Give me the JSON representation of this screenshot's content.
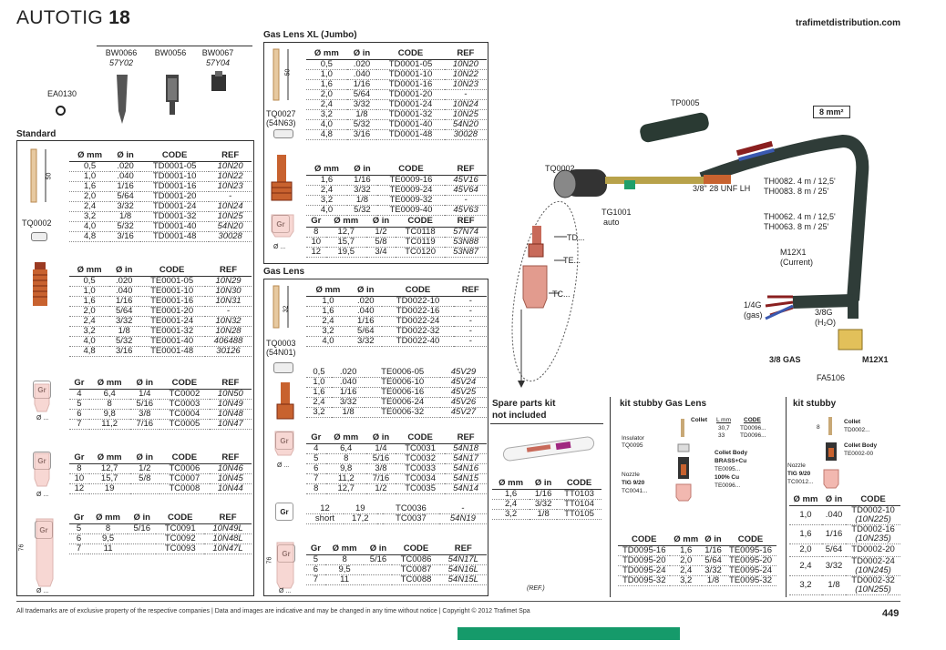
{
  "header": {
    "title_prefix": "AUTOTIG",
    "title_number": "18",
    "site": "trafimetdistribution.com"
  },
  "caps": {
    "codes": [
      "BW0066",
      "BW0056",
      "BW0067"
    ],
    "refs": [
      "57Y02",
      "",
      "57Y04"
    ],
    "oring": "EA0130"
  },
  "standard": {
    "title": "Standard",
    "tq": "TQ0002",
    "len": "50",
    "head": [
      "Ø mm",
      "Ø in",
      "CODE",
      "REF"
    ],
    "t1": [
      [
        "0,5",
        ".020",
        "TD0001-05",
        "10N20"
      ],
      [
        "1,0",
        ".040",
        "TD0001-10",
        "10N22"
      ],
      [
        "1,6",
        "1/16",
        "TD0001-16",
        "10N23"
      ],
      [
        "2,0",
        "5/64",
        "TD0001-20",
        "-"
      ],
      [
        "2,4",
        "3/32",
        "TD0001-24",
        "10N24"
      ],
      [
        "3,2",
        "1/8",
        "TD0001-32",
        "10N25"
      ],
      [
        "4,0",
        "5/32",
        "TD0001-40",
        "54N20"
      ],
      [
        "4,8",
        "3/16",
        "TD0001-48",
        "30028"
      ]
    ],
    "t2": [
      [
        "0,5",
        ".020",
        "TE0001-05",
        "10N29"
      ],
      [
        "1,0",
        ".040",
        "TE0001-10",
        "10N30"
      ],
      [
        "1,6",
        "1/16",
        "TE0001-16",
        "10N31"
      ],
      [
        "2,0",
        "5/64",
        "TE0001-20",
        "-"
      ],
      [
        "2,4",
        "3/32",
        "TE0001-24",
        "10N32"
      ],
      [
        "3,2",
        "1/8",
        "TE0001-32",
        "10N28"
      ],
      [
        "4,0",
        "5/32",
        "TE0001-40",
        "406488"
      ],
      [
        "4,8",
        "3/16",
        "TE0001-48",
        "30126"
      ]
    ],
    "head3": [
      "Gr",
      "Ø mm",
      "Ø in",
      "CODE",
      "REF"
    ],
    "t3": [
      [
        "4",
        "6,4",
        "1/4",
        "TC0002",
        "10N50"
      ],
      [
        "5",
        "8",
        "5/16",
        "TC0003",
        "10N49"
      ],
      [
        "6",
        "9,8",
        "3/8",
        "TC0004",
        "10N48"
      ],
      [
        "7",
        "11,2",
        "7/16",
        "TC0005",
        "10N47"
      ]
    ],
    "t4": [
      [
        "8",
        "12,7",
        "1/2",
        "TC0006",
        "10N46"
      ],
      [
        "10",
        "15,7",
        "5/8",
        "TC0007",
        "10N45"
      ],
      [
        "12",
        "19",
        "",
        "TC0008",
        "10N44"
      ]
    ],
    "t5": [
      [
        "5",
        "8",
        "5/16",
        "TC0091",
        "10N49L"
      ],
      [
        "6",
        "9,5",
        "",
        "TC0092",
        "10N48L"
      ],
      [
        "7",
        "11",
        "",
        "TC0093",
        "10N47L"
      ]
    ],
    "len76": "76",
    "gr": "Gr",
    "dia": "Ø ..."
  },
  "glxl": {
    "title": "Gas Lens XL (Jumbo)",
    "tq": "TQ0027",
    "tqref": "(54N63)",
    "len": "50",
    "t1": [
      [
        "0,5",
        ".020",
        "TD0001-05",
        "10N20"
      ],
      [
        "1,0",
        ".040",
        "TD0001-10",
        "10N22"
      ],
      [
        "1,6",
        "1/16",
        "TD0001-16",
        "10N23"
      ],
      [
        "2,0",
        "5/64",
        "TD0001-20",
        "-"
      ],
      [
        "2,4",
        "3/32",
        "TD0001-24",
        "10N24"
      ],
      [
        "3,2",
        "1/8",
        "TD0001-32",
        "10N25"
      ],
      [
        "4,0",
        "5/32",
        "TD0001-40",
        "54N20"
      ],
      [
        "4,8",
        "3/16",
        "TD0001-48",
        "30028"
      ]
    ],
    "t2": [
      [
        "1,6",
        "1/16",
        "TE0009-16",
        "45V16"
      ],
      [
        "2,4",
        "3/32",
        "TE0009-24",
        "45V64"
      ],
      [
        "3,2",
        "1/8",
        "TE0009-32",
        "-"
      ],
      [
        "4,0",
        "5/32",
        "TE0009-40",
        "45V63"
      ]
    ],
    "t3": [
      [
        "8",
        "12,7",
        "1/2",
        "TC0118",
        "57N74"
      ],
      [
        "10",
        "15,7",
        "5/8",
        "TC0119",
        "53N88"
      ],
      [
        "12",
        "19,5",
        "3/4",
        "TC0120",
        "53N87"
      ]
    ]
  },
  "gl": {
    "title": "Gas Lens",
    "tq": "TQ0003",
    "tqref": "(54N01)",
    "len": "32",
    "t1": [
      [
        "1,0",
        ".020",
        "TD0022-10",
        "-"
      ],
      [
        "1,6",
        ".040",
        "TD0022-16",
        "-"
      ],
      [
        "2,4",
        "1/16",
        "TD0022-24",
        "-"
      ],
      [
        "3,2",
        "5/64",
        "TD0022-32",
        "-"
      ],
      [
        "4,0",
        "3/32",
        "TD0022-40",
        "-"
      ]
    ],
    "t2": [
      [
        "0,5",
        ".020",
        "TE0006-05",
        "45V29"
      ],
      [
        "1,0",
        ".040",
        "TE0006-10",
        "45V24"
      ],
      [
        "1,6",
        "1/16",
        "TE0006-16",
        "45V25"
      ],
      [
        "2,4",
        "3/32",
        "TE0006-24",
        "45V26"
      ],
      [
        "3,2",
        "1/8",
        "TE0006-32",
        "45V27"
      ]
    ],
    "t3": [
      [
        "4",
        "6,4",
        "1/4",
        "TC0031",
        "54N18"
      ],
      [
        "5",
        "8",
        "5/16",
        "TC0032",
        "54N17"
      ],
      [
        "6",
        "9,8",
        "3/8",
        "TC0033",
        "54N16"
      ],
      [
        "7",
        "11,2",
        "7/16",
        "TC0034",
        "54N15"
      ],
      [
        "8",
        "12,7",
        "1/2",
        "TC0035",
        "54N14"
      ]
    ],
    "t4": [
      [
        "12",
        "19",
        "",
        "TC0036",
        "-"
      ],
      [
        "short",
        "17,2",
        "",
        "TC0037",
        "54N19"
      ]
    ],
    "t5": [
      [
        "5",
        "8",
        "5/16",
        "TC0086",
        "54N17L"
      ],
      [
        "6",
        "9,5",
        "",
        "TC0087",
        "54N16L"
      ],
      [
        "7",
        "11",
        "",
        "TC0088",
        "54N15L"
      ]
    ],
    "len76": "76"
  },
  "torch": {
    "tp": "TP0005",
    "tq": "TQ0002",
    "thread": "3/8\" 28 UNF LH",
    "tg": "TG1001",
    "auto": "auto",
    "th1": "TH0082. 4 m / 12,5'",
    "th2": "TH0083. 8 m / 25'",
    "th3": "TH0062. 4 m / 12,5'",
    "th4": "TH0063. 8 m / 25'",
    "mm2": "8 mm²",
    "m12": "M12X1",
    "current": "(Current)",
    "gas1": "1/4G",
    "gas1b": "(gas)",
    "gas2": "3/8G",
    "gas2b": "(H₂O)",
    "gasnut": "3/8 GAS",
    "m12b": "M12X1",
    "fa": "FA5106",
    "td": "TD...",
    "te": "TE...",
    "tc": "TC..."
  },
  "spare": {
    "title1": "Spare parts kit",
    "title2": "not included",
    "head": [
      "Ø mm",
      "Ø in",
      "CODE"
    ],
    "rows": [
      [
        "1,6",
        "1/16",
        "TT0103"
      ],
      [
        "2,4",
        "3/32",
        "TT0104"
      ],
      [
        "3,2",
        "1/8",
        "TT0105"
      ]
    ],
    "ref": "(REF.)"
  },
  "stubgl": {
    "title": "kit stubby Gas Lens",
    "collet": "Collet",
    "ins1": "Insulator",
    "ins2": "TQ0095",
    "lmm": "L mm",
    "code": "CODE",
    "c1": [
      "30,7",
      "TD0096..."
    ],
    "c2": [
      "33",
      "TD0096..."
    ],
    "cb1": "Collet Body",
    "cb2": "BRASS+Cu",
    "cb3": "TE0095...",
    "cb4": "100% Cu",
    "cb5": "TE0096...",
    "nz1": "Nozzle",
    "nz2": "TIG 9/20",
    "nz3": "TC0041...",
    "head": [
      "CODE",
      "Ø mm",
      "Ø in",
      "CODE"
    ],
    "rows": [
      [
        "TD0095-16",
        "1,6",
        "1/16",
        "TE0095-16"
      ],
      [
        "TD0095-20",
        "2,0",
        "5/64",
        "TE0095-20"
      ],
      [
        "TD0095-24",
        "2,4",
        "3/32",
        "TE0095-24"
      ],
      [
        "TD0095-32",
        "3,2",
        "1/8",
        "TE0095-32"
      ]
    ]
  },
  "stub": {
    "title": "kit stubby",
    "collet": "Collet",
    "c1": "TD0002...",
    "cb": "Collet Body",
    "cb2": "TE0002-00",
    "nz1": "Nozzle",
    "nz2": "TIG 9/20",
    "nz3": "TC0012...",
    "len": "8",
    "head": [
      "Ø mm",
      "Ø in",
      "CODE"
    ],
    "rows": [
      [
        "1,0",
        ".040",
        "TD0002-10",
        "(10N225)"
      ],
      [
        "1,6",
        "1/16",
        "TD0002-16",
        "(10N235)"
      ],
      [
        "2,0",
        "5/64",
        "TD0002-20",
        ""
      ],
      [
        "2,4",
        "3/32",
        "TD0002-24",
        "(10N245)"
      ],
      [
        "3,2",
        "1/8",
        "TD0002-32",
        "(10N255)"
      ]
    ]
  },
  "footer": {
    "text": "All trademarks are of exclusive property of the respective companies  |  Data and images are indicative and may be changed in any time without notice  |  Copyright © 2012 Trafimet Spa",
    "page": "449"
  },
  "colors": {
    "accent": "#159a6a"
  }
}
